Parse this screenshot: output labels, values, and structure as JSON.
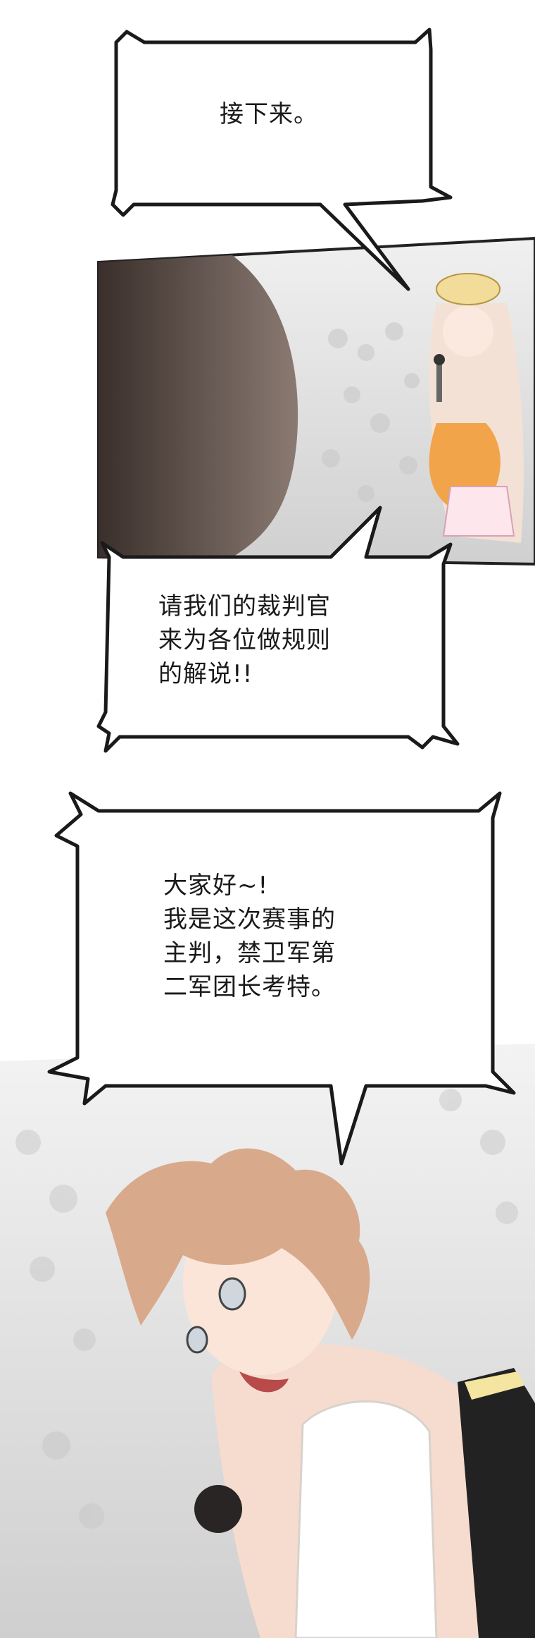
{
  "panels": {
    "bubble_1": {
      "text": "接下来。"
    },
    "bubble_2": {
      "text": "请我们的裁判官\n来为各位做规则\n的解说!!"
    },
    "bubble_3": {
      "text": "大家好~!\n我是这次赛事的\n主判，禁卫军第\n二军团长考特。"
    }
  },
  "colors": {
    "ink": "#1a1a1a",
    "hair_dark": "#4a3a35",
    "hair_light": "#e8c9b3",
    "crowd": "#d9d9d9"
  }
}
